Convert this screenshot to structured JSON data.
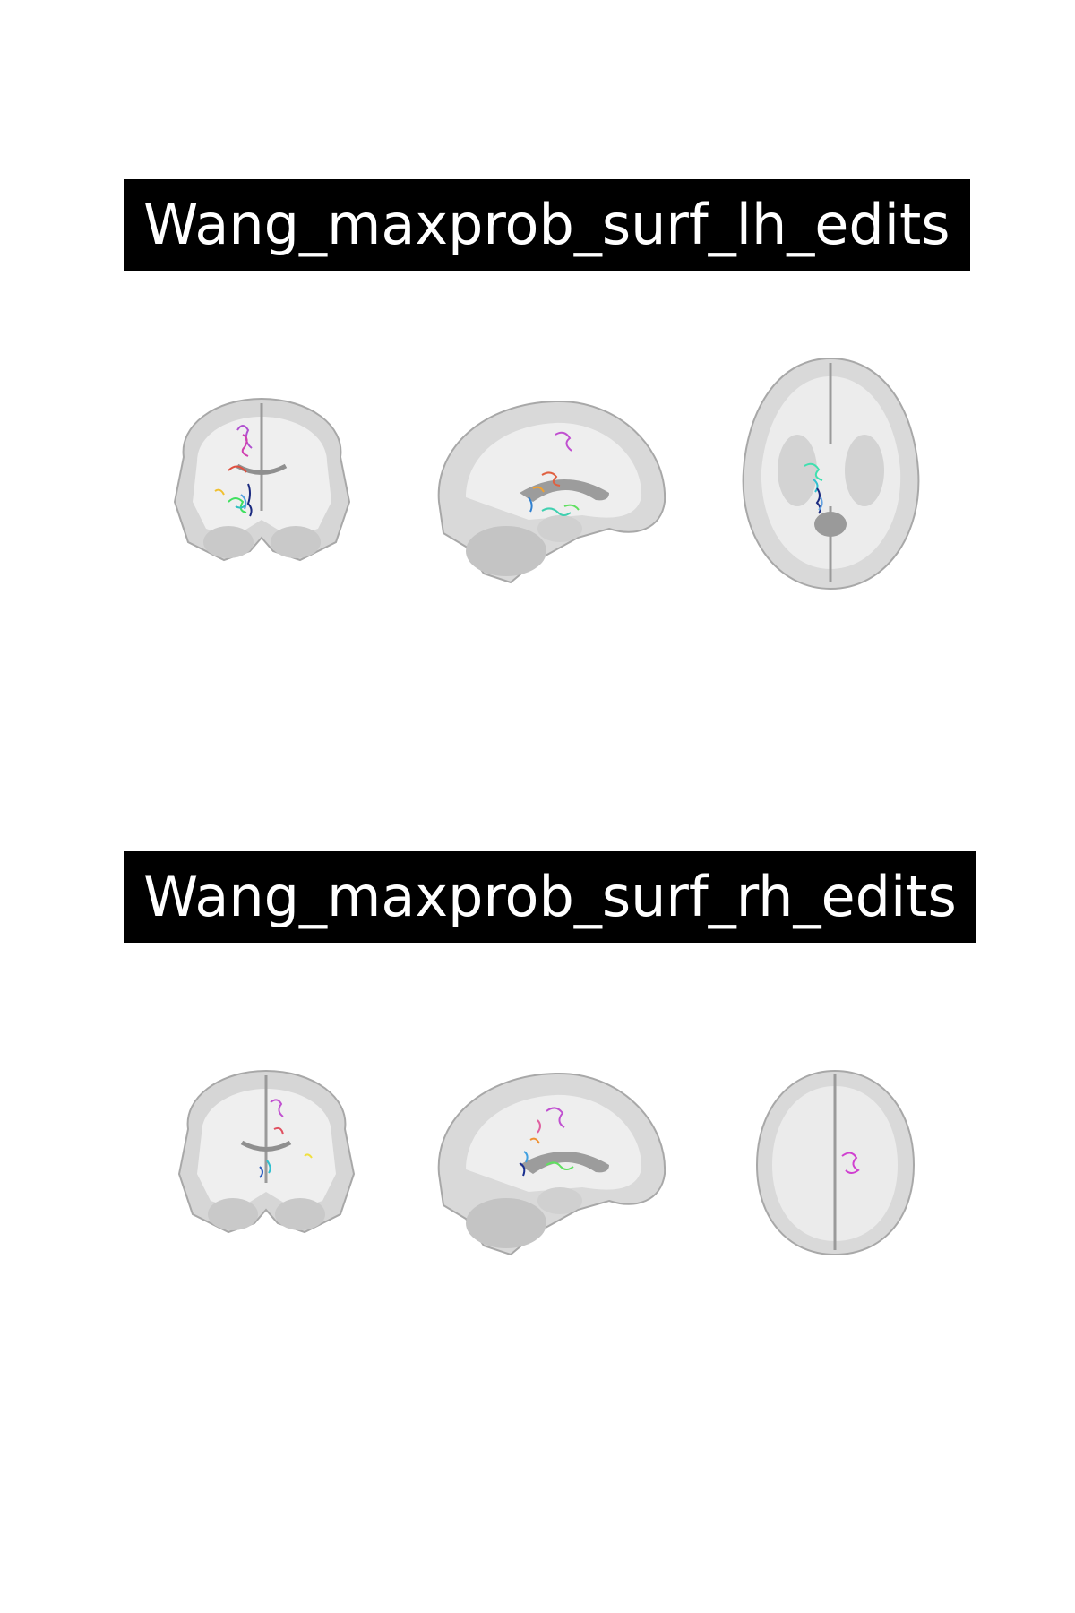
{
  "panels": [
    {
      "title": "Wang_maxprob_surf_lh_edits",
      "views": [
        {
          "name": "coronal",
          "overlay_colors": [
            "#b050d0",
            "#d040b0",
            "#e05040",
            "#f0c030",
            "#40e060",
            "#30c0c0",
            "#1a2a80",
            "#50a0e0"
          ]
        },
        {
          "name": "sagittal",
          "overlay_colors": [
            "#c050d0",
            "#e06040",
            "#f0a030",
            "#3080d0",
            "#40d0b0",
            "#60e060"
          ]
        },
        {
          "name": "axial",
          "overlay_colors": [
            "#40e0b0",
            "#30c0d0",
            "#1a2a80",
            "#60a0e0"
          ]
        }
      ]
    },
    {
      "title": "Wang_maxprob_surf_rh_edits",
      "views": [
        {
          "name": "coronal",
          "overlay_colors": [
            "#c050d0",
            "#e05060",
            "#f0e040",
            "#30c0d0",
            "#3060c0"
          ]
        },
        {
          "name": "sagittal",
          "overlay_colors": [
            "#c050d0",
            "#e060a0",
            "#f09030",
            "#40a0e0",
            "#1a3090",
            "#60e060"
          ]
        },
        {
          "name": "axial",
          "overlay_colors": [
            "#d040d0"
          ]
        }
      ]
    }
  ],
  "colors": {
    "background": "#ffffff",
    "title_bg": "#000000",
    "title_text": "#ffffff",
    "brain_light": "#ebebeb",
    "brain_mid": "#cfcfcf",
    "brain_dark": "#9a9a9a"
  }
}
